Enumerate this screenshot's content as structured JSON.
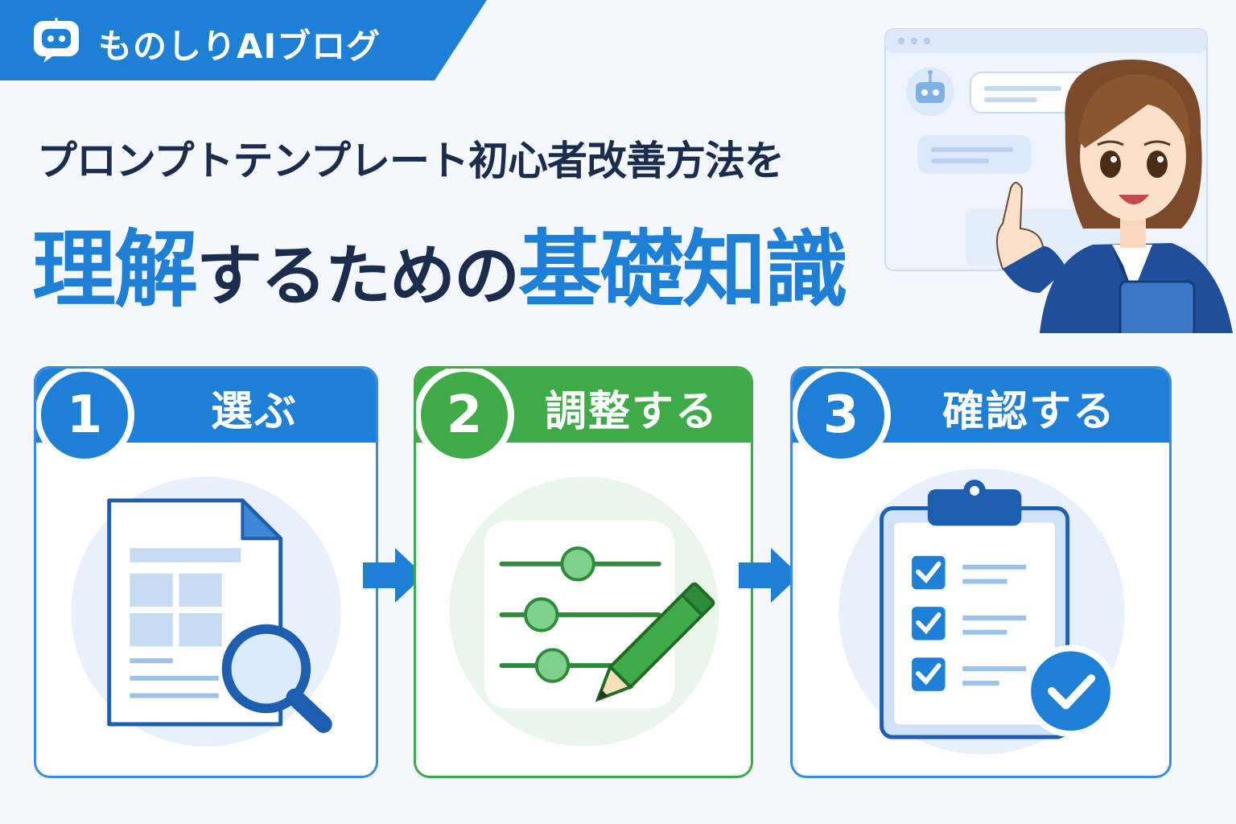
{
  "brand": {
    "name": "ものしりAIブログ",
    "icon": "robot-icon"
  },
  "title": {
    "line1": "プロンプトテンプレート初心者改善方法を",
    "line2_a": "理解",
    "line2_b": "するための",
    "line2_c": "基礎知識"
  },
  "steps": [
    {
      "number": "1",
      "label": "選ぶ",
      "icon": "document-search-icon"
    },
    {
      "number": "2",
      "label": "調整する",
      "icon": "sliders-pencil-icon"
    },
    {
      "number": "3",
      "label": "確認する",
      "icon": "clipboard-check-icon"
    }
  ],
  "colors": {
    "primary": "#1e7fd6",
    "green": "#3eaa48",
    "navy": "#1c2c4c",
    "background": "#f5f8fc"
  }
}
